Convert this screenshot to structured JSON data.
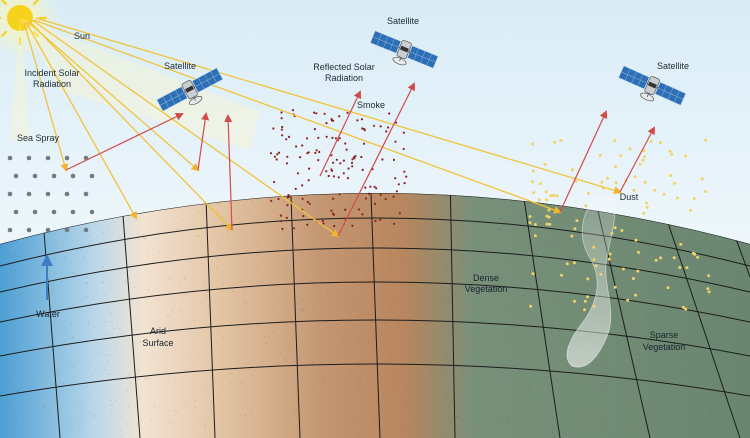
{
  "labels": {
    "sun": "Sun",
    "incident_line1": "Incident Solar",
    "incident_line2": "Radiation",
    "satellite_left": "Satellite",
    "satellite_center": "Satellite",
    "satellite_right": "Satellite",
    "reflected_line1": "Reflected Solar",
    "reflected_line2": "Radiation",
    "smoke": "Smoke",
    "sea_spray": "Sea Spray",
    "dust": "Dust",
    "water": "Water",
    "arid_line1": "Arid",
    "arid_line2": "Surface",
    "dense_line1": "Dense",
    "dense_line2": "Vegetation",
    "sparse_line1": "Sparse",
    "sparse_line2": "Vegetation"
  },
  "colors": {
    "sky_top": "#d9ecf6",
    "sky_bottom": "#ffffff",
    "water": "#4d9fd3",
    "arid_light": "#f0dcc5",
    "arid_dark": "#b7875e",
    "vegetation": "#6f8c74",
    "incident_ray": "#f2c33a",
    "reflected_ray": "#d24b4b",
    "smoke_particle": "#8a2020",
    "spray_particle": "#6f7a84",
    "dust_particle": "#f0d468",
    "sun": "#f7d21d",
    "solar_panel": "#2c6fb6"
  },
  "icons": [
    "sun-icon",
    "satellite-icon",
    "arrow-up-icon"
  ]
}
